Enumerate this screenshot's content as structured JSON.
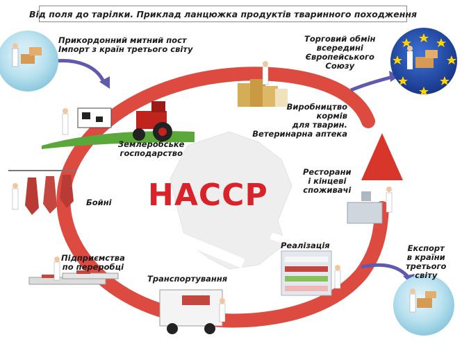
{
  "title": "Від поля до тарілки. Приклад ланцюжка продуктів тваринного походження",
  "center_label": "НАССР",
  "stages": {
    "customs": [
      "Прикордонний митний пост",
      "Імпорт з країн третього світу"
    ],
    "trade": [
      "Торговий обмін",
      "всередині",
      "Європейського",
      "Союзу"
    ],
    "feed": [
      "Виробництво",
      "кормів",
      "для тварин.",
      "Ветеринарна аптека"
    ],
    "farm": [
      "Землеробське",
      "господарство"
    ],
    "slaughter": [
      "Бойні"
    ],
    "restaurants": [
      "Ресторани",
      "і кінцеві",
      "споживачі"
    ],
    "processing": [
      "Підприємства",
      "по переробці"
    ],
    "retail": [
      "Реалізація"
    ],
    "transport": [
      "Транспортування"
    ],
    "export": [
      "Експорт",
      "в країни",
      "третього",
      "світу"
    ]
  },
  "colors": {
    "cycle_arrow": "#d9362b",
    "haccp_text": "#d8232a",
    "europe_blue": "#1f4fb0",
    "euro_star": "#ffd400"
  },
  "icons": [
    "globe-icon",
    "eu-flag-globe-icon",
    "tractor-icon",
    "cow-icon",
    "meat-carcass-icon",
    "truck-icon",
    "shop-shelf-icon",
    "kitchen-icon",
    "feed-bags-icon",
    "person-icon"
  ]
}
